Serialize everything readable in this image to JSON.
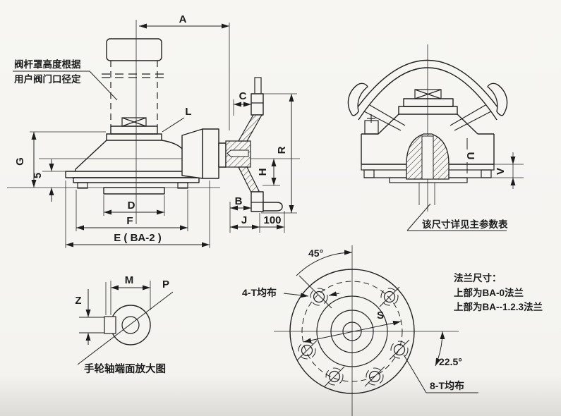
{
  "palette": {
    "paper": "#f6f5f2",
    "ink": "#1c1c1c"
  },
  "labels": {
    "dim_a": "A",
    "dim_b": "B",
    "dim_c": "C",
    "dim_d": "D",
    "dim_e": "E ( BA-2 )",
    "dim_f": "F",
    "dim_g": "G",
    "dim_5": "5",
    "dim_h": "H",
    "dim_j": "J",
    "dim_100": "100",
    "dim_l": "L",
    "dim_r": "R",
    "dim_m": "M",
    "dim_p": "P",
    "dim_z": "Z",
    "dim_s": "S",
    "dim_u": "U",
    "dim_v": "V",
    "angle_45": "45°",
    "angle_225": "22.5°"
  },
  "notes": {
    "stem_line1": "阀杆罩高度根据",
    "stem_line2": "用户阀门口径定",
    "param_table": "该尺寸详见主参数表",
    "flange_title": "法兰尺寸：",
    "flange_line1": "上部为BA-0法兰",
    "flange_line2": "上部为BA--1.2.3法兰",
    "holes_4": "4-T均布",
    "holes_8": "8-T均布",
    "detail_caption": "手轮轴端面放大图"
  }
}
